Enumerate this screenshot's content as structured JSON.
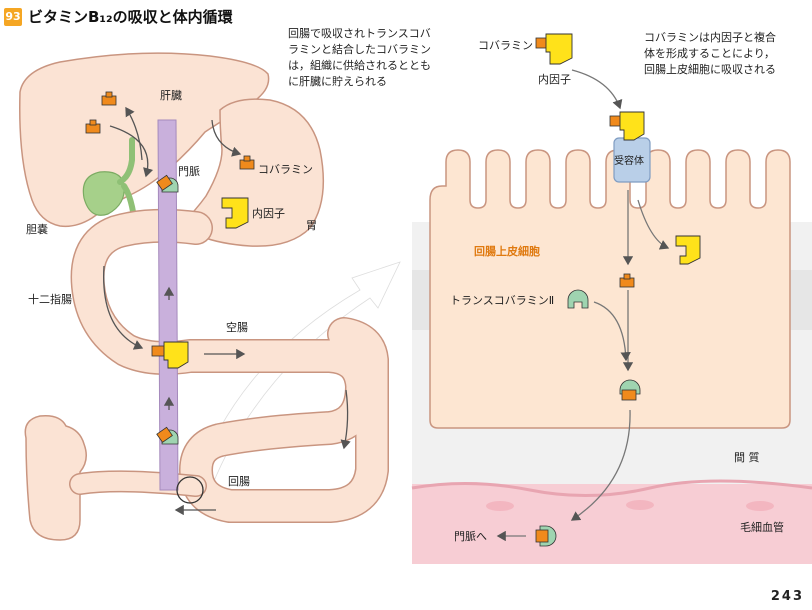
{
  "figure": {
    "number": "93",
    "title": "ビタミンB₁₂の吸収と体内循環"
  },
  "labels": {
    "liver": "肝臓",
    "portal_vein": "門脈",
    "gallbladder": "胆嚢",
    "duodenum": "十二指腸",
    "jejunum": "空腸",
    "ileum": "回腸",
    "stomach": "胃",
    "cobalamin": "コバラミン",
    "intrinsic_factor": "内因子",
    "cobalamin_top": "コバラミン",
    "intrinsic_factor_top": "内因子",
    "receptor": "受容体",
    "ileal_epithelium": "回腸上皮細胞",
    "transcobalamin": "トランスコバラミンⅡ",
    "interstitium": "間 質",
    "capillary": "毛細血管",
    "to_portal": "門脈へ"
  },
  "notes": {
    "note1": [
      "回腸で吸収されトランスコバ",
      "ラミンと結合したコバラミン",
      "は，組織に供給されるととも",
      "に肝臓に貯えられる"
    ],
    "note2": [
      "コバラミンは内因子と複合",
      "体を形成することにより，",
      "回腸上皮細胞に吸収される"
    ]
  },
  "page_number": "243",
  "colors": {
    "organ_fill": "#fbe3d4",
    "organ_stroke": "#c99580",
    "portal_vein": "#c9b0dc",
    "gallbladder": "#a6d08a",
    "cobalamin": "#f08a1c",
    "intrinsic_factor": "#ffe21a",
    "transcobalamin": "#9fd4b0",
    "receptor": "#b9cfe8",
    "capillary": "#f6c9d0"
  }
}
